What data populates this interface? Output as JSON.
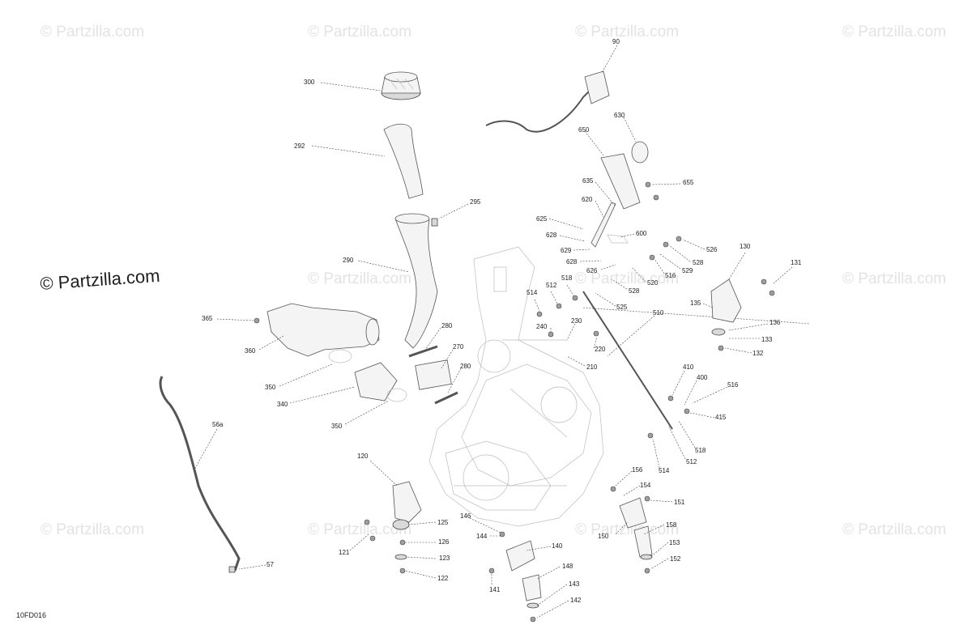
{
  "watermark": "© Partzilla.com",
  "diagram_code": "10FD016",
  "callouts": [
    "300",
    "292",
    "295",
    "290",
    "280",
    "270",
    "280",
    "365",
    "360",
    "350",
    "340",
    "350",
    "56a",
    "57",
    "120",
    "125",
    "126",
    "121",
    "123",
    "122",
    "146",
    "144",
    "140",
    "141",
    "148",
    "143",
    "142",
    "90",
    "630",
    "650",
    "655",
    "635",
    "620",
    "625",
    "628",
    "600",
    "629",
    "628",
    "626",
    "526",
    "528",
    "516",
    "529",
    "520",
    "525",
    "528",
    "514",
    "512",
    "518",
    "240",
    "230",
    "220",
    "210",
    "510",
    "130",
    "131",
    "135",
    "136",
    "133",
    "132",
    "410",
    "400",
    "516",
    "415",
    "518",
    "512",
    "514",
    "156",
    "154",
    "151",
    "158",
    "150",
    "153",
    "152"
  ]
}
